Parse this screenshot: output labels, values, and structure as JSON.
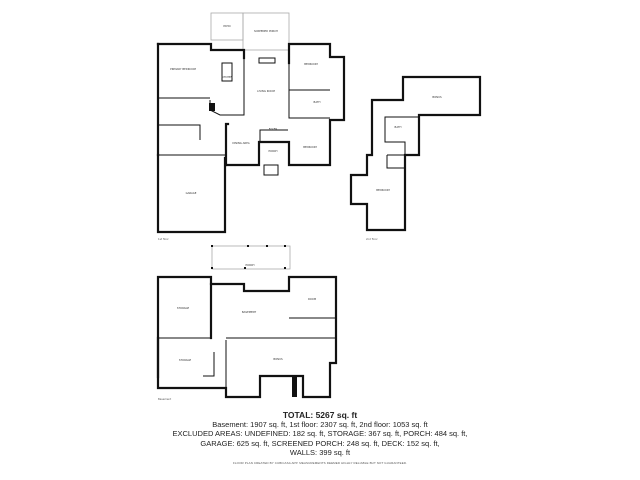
{
  "floor_labels": {
    "first": "1st floor",
    "second": "2nd floor",
    "basement": "Basement"
  },
  "rooms": {
    "first": [
      "PATIO",
      "SCREENED PORCH",
      "PRIMARY BEDROOM",
      "KITCHEN",
      "LIVING ROOM",
      "BEDROOM",
      "BATH",
      "DINING AREA",
      "FOYER",
      "PORCH",
      "BEDROOM",
      "GARAGE"
    ],
    "second": [
      "BONUS",
      "BATH",
      "BEDROOM"
    ],
    "basement": [
      "PORCH",
      "ROOM",
      "BASEMENT",
      "STORAGE",
      "BONUS",
      "STORAGE"
    ]
  },
  "summary": {
    "total": "TOTAL: 5267 sq. ft",
    "line1": "Basement: 1907 sq. ft, 1st floor: 2307 sq. ft, 2nd floor: 1053 sq. ft",
    "line2": "EXCLUDED AREAS: UNDEFINED: 182 sq. ft, STORAGE: 367 sq. ft, PORCH: 484 sq. ft,",
    "line3": "GARAGE: 625 sq. ft, SCREENED PORCH: 248 sq. ft, DECK: 152 sq. ft,",
    "line4": "WALLS: 399 sq. ft",
    "disclaimer": "FLOOR PLAN CREATED BY CUBICASA APP. MEASUREMENTS DEEMED HIGHLY RELIABLE BUT NOT GUARANTEED."
  }
}
